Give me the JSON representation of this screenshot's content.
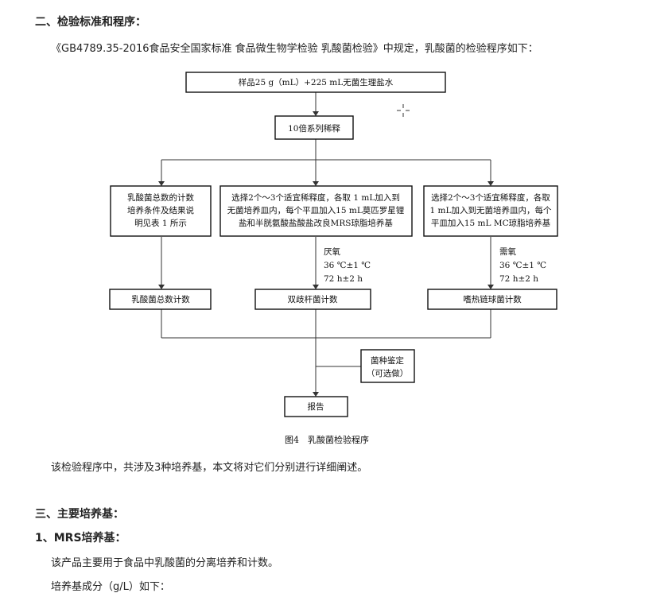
{
  "section2": {
    "heading": "二、检验标准和程序：",
    "intro": "《GB4789.35-2016食品安全国家标准 食品微生物学检验 乳酸菌检验》中规定，乳酸菌的检验程序如下："
  },
  "flowchart": {
    "sample": "样品25 g（mL）+225 mL无菌生理盐水",
    "dilution": "10倍系列稀释",
    "left_desc": [
      "乳酸菌总数的计数",
      "培养条件及结果说",
      "明见表 1 所示"
    ],
    "mid_desc": [
      "选择2个～3个适宜稀释度，各取 1 mL加入到",
      "无菌培养皿内，每个平皿加入15 mL莫匹罗星锂",
      "盐和半胱氨酸盐酸盐改良MRS琼脂培养基"
    ],
    "right_desc": [
      "选择2个～3个适宜稀释度，各取",
      "1 mL加入到无菌培养皿内，每个",
      "平皿加入15 mL MC琼脂培养基"
    ],
    "mid_cond": [
      "厌氧",
      "36 ℃±1 ℃",
      "72 h±2 h"
    ],
    "right_cond": [
      "需氧",
      "36 ℃±1 ℃",
      "72 h±2 h"
    ],
    "left_count": "乳酸菌总数计数",
    "mid_count": "双歧杆菌计数",
    "right_count": "嗜热链球菌计数",
    "identify": [
      "菌种鉴定",
      "（可选做）"
    ],
    "report": "报告",
    "caption": "图4　乳酸菌检验程序"
  },
  "after_text": "该检验程序中，共涉及3种培养基，本文将对它们分别进行详细阐述。",
  "section3": {
    "heading": "三、主要培养基：",
    "sub1": "1、MRS培养基：",
    "p1": "该产品主要用于食品中乳酸菌的分离培养和计数。",
    "p2": "培养基成分（g/L）如下："
  }
}
